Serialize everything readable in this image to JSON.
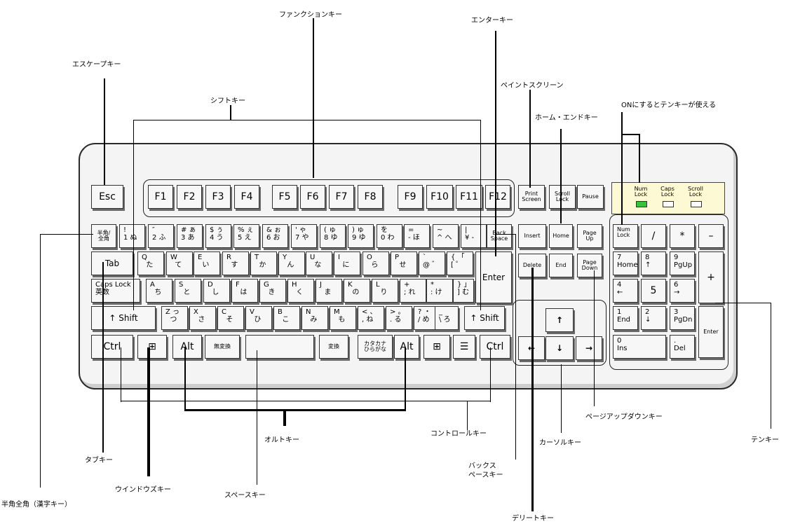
{
  "labels": {
    "function_keys": "ファンクションキー",
    "enter_key": "エンターキー",
    "escape_key": "エスケープキー",
    "print_screen": "ペイントスクリーン",
    "shift_keys": "シフトキー",
    "home_end": "ホーム・エンドキー",
    "num_lock_note": "ONにするとテンキーが使える",
    "page_up_down": "ページアップダウンキー",
    "control_keys": "コントロールキー",
    "cursor_keys": "カーソルキー",
    "ten_key": "テンキー",
    "alt_keys": "オルトキー",
    "tab_key": "タブキー",
    "backspace_key": "バックス\nペースキー",
    "windows_keys": "ウインドウズキー",
    "space_key": "スペースキー",
    "hankaku_zenkaku": "半角全角（漢字キー）",
    "delete_key": "デリートキー"
  },
  "keys": {
    "esc": "Esc",
    "f1": "F1",
    "f2": "F2",
    "f3": "F3",
    "f4": "F4",
    "f5": "F5",
    "f6": "F6",
    "f7": "F7",
    "f8": "F8",
    "f9": "F9",
    "f10": "F10",
    "f11": "F11",
    "f12": "F12",
    "print_screen": "Print\nScreen",
    "scroll_lock": "Scroll\nLock",
    "pause": "Pause",
    "hankaku": "半角/\n全角",
    "d1": "!\n1 ぬ",
    "d2": "″\n2 ふ",
    "d3": "# ぁ\n3 あ",
    "d4": "$ ぅ\n4 う",
    "d5": "% ぇ\n5 え",
    "d6": "& ぉ\n6 お",
    "d7": "' ゃ\n7 や",
    "d8": "( ゅ\n8 ゆ",
    "d9": ") ゅ\n9 ゆ",
    "d0": "を\n0 わ",
    "minus": "=\n- ほ",
    "caret": "~\n^ へ",
    "yen": "|\n¥ -",
    "backspace": "Back\nSpace",
    "tab": "Tab",
    "q": "Q\n  た",
    "w": "W\n  て",
    "e": "E\n  い",
    "r": "R\n  す",
    "t": "T\n  か",
    "y": "Y\n  ん",
    "u": "U\n  な",
    "i": "I\n  に",
    "o": "O\n  ら",
    "p": "P\n  せ",
    "at": "`\n@ ゛",
    "lbracket": "{ 「\n[ ゜",
    "enter": "Enter",
    "caps": "Caps Lock\n英数",
    "a": "A\n  ち",
    "s": "S\n  と",
    "d": "D\n  し",
    "f": "F\n  は",
    "g": "G\n  き",
    "h": "H\n  く",
    "j": "J\n  ま",
    "k": "K\n  の",
    "l": "L\n  り",
    "semicolon": "+\n; れ",
    "colon": "*\n: け",
    "rbracket": "} 」\n] む",
    "lshift": "↑ Shift",
    "z": "Z っ\n  つ",
    "x": "X\n  さ",
    "c": "C\n  そ",
    "v": "V\n  ひ",
    "b": "B\n  こ",
    "n": "N\n  み",
    "m": "M\n  も",
    "comma": "< 、\n, ね",
    "period": "> 。\n. る",
    "slash": "? ・\n/ め",
    "backslash": "_\n\\ ろ",
    "rshift": "↑ Shift",
    "lctrl": "Ctrl",
    "lwin": "⊞",
    "lalt": "Alt",
    "muhenkan": "無変換",
    "space": "",
    "henkan": "変換",
    "kana": "カタカナ\nひらがな",
    "ralt": "Alt",
    "rwin": "⊞",
    "menu": "☰",
    "rctrl": "Ctrl",
    "insert": "Insert",
    "home": "Home",
    "page_up": "Page\nUp",
    "delete": "Delete",
    "end": "End",
    "page_down": "Page\nDown",
    "up": "↑",
    "left": "←",
    "down": "↓",
    "right": "→",
    "numlock": "Num\nLock",
    "np_div": "/",
    "np_mul": "*",
    "np_sub": "–",
    "np7": "7\nHome",
    "np8": "8\n↑",
    "np9": "9\nPgUp",
    "np_add": "+",
    "np4": "4\n←",
    "np5": "5",
    "np6": "6\n→",
    "np1": "1\nEnd",
    "np2": "2\n↓",
    "np3": "3\nPgDn",
    "np_enter": "Enter",
    "np0": "0\nIns",
    "np_dot": ".\nDel"
  },
  "leds": {
    "num_lock": "Num\nLock",
    "caps_lock": "Caps\nLock",
    "scroll_lock": "Scroll\nLock",
    "num_lock_on": true
  },
  "colors": {
    "led_on": "#36c23c",
    "led_panel": "#fcf9d4"
  }
}
